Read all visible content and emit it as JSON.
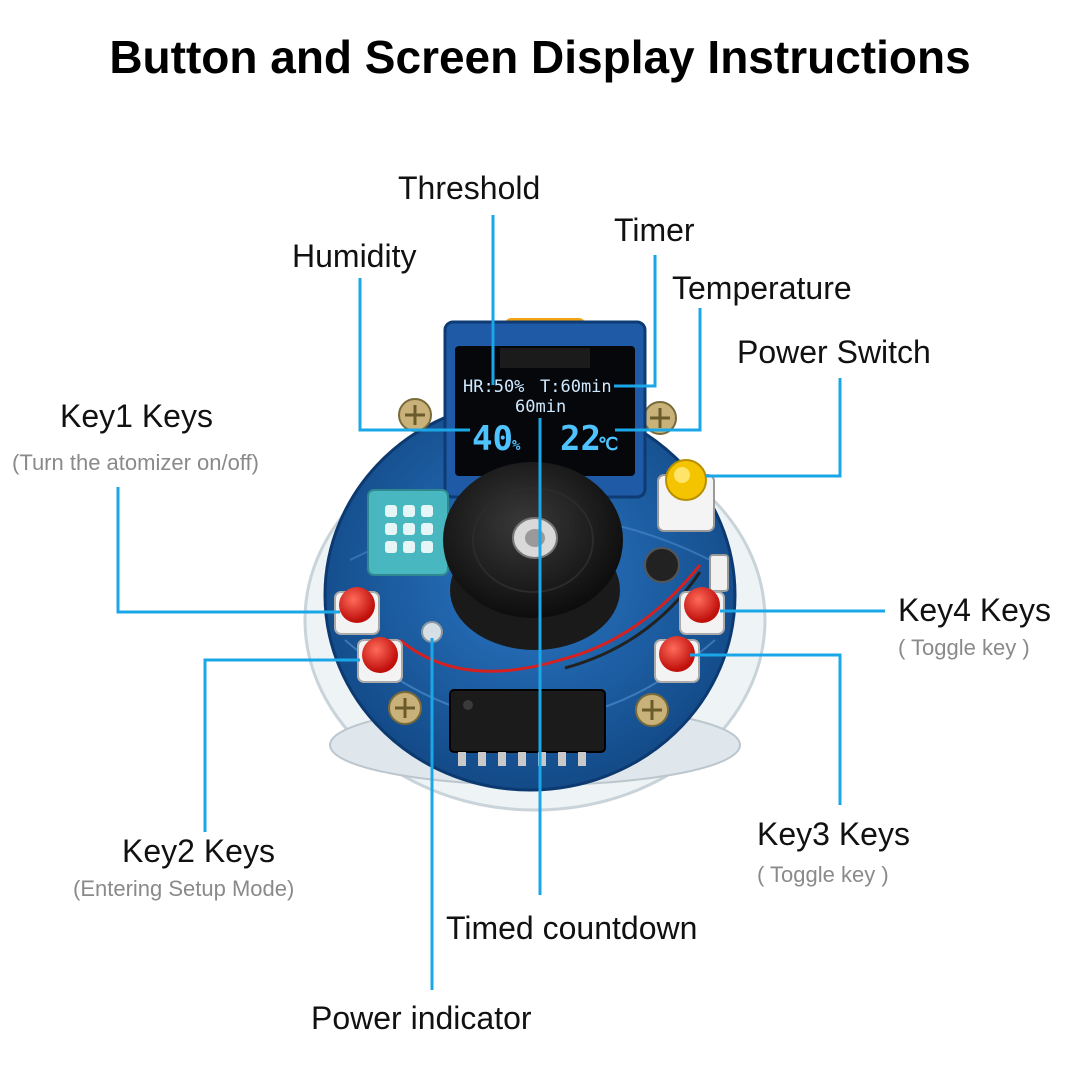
{
  "title": "Button and Screen Display Instructions",
  "labels": {
    "threshold": "Threshold",
    "timer": "Timer",
    "humidity": "Humidity",
    "temperature": "Temperature",
    "power_switch": "Power Switch",
    "key1": "Key1 Keys",
    "key1_desc": "(Turn the atomizer on/off)",
    "key4": "Key4 Keys",
    "key4_desc": "( Toggle key )",
    "key2": "Key2 Keys",
    "key2_desc": "(Entering Setup Mode)",
    "key3": "Key3 Keys",
    "key3_desc": "( Toggle key )",
    "timed_countdown": "Timed countdown",
    "power_indicator": "Power indicator"
  },
  "screen": {
    "line1_left": "HR:50%",
    "line1_right": "T:60min",
    "line2": "60min",
    "humidity_value": "40",
    "humidity_unit": "%",
    "temperature_value": "22",
    "temperature_unit": "℃"
  },
  "colors": {
    "callout_line": "#1aa7e8",
    "pcb_blue": "#1d5fa8",
    "oled_text": "#4fc3ff",
    "button_red": "#e02020",
    "switch_yellow": "#f5c400"
  }
}
